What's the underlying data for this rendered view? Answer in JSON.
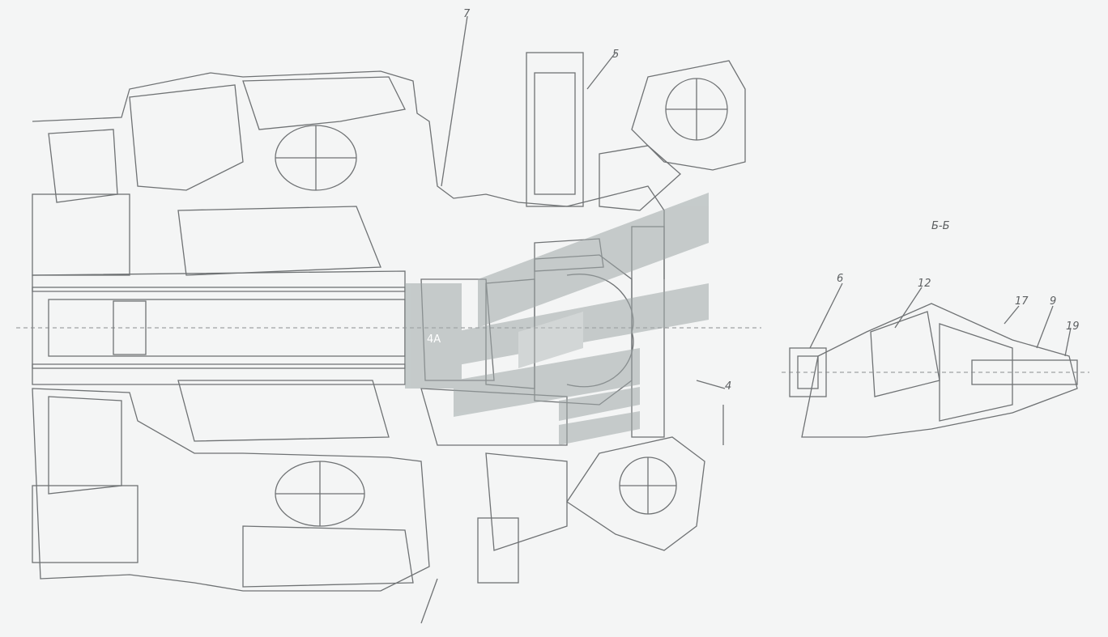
{
  "drawing": {
    "labels": {
      "section_mark": "Б-Б",
      "part_a": "5",
      "part_b": "4",
      "part_c": "12",
      "part_d": "6",
      "part_e": "17",
      "part_f": "9",
      "part_g": "19",
      "part_h": "7",
      "shaft_mark": "4A"
    }
  },
  "colors": {
    "line": "#6f7274",
    "hatch": "#9a9d9f",
    "watermark": "#9fa7a7",
    "background": "#f4f5f5"
  }
}
